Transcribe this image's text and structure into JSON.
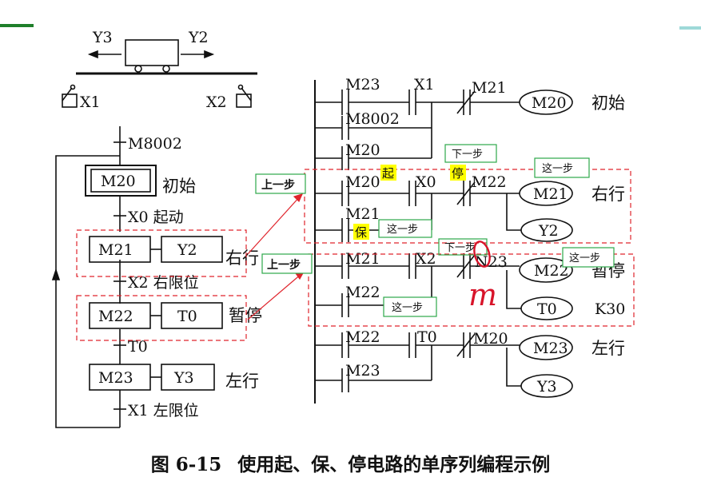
{
  "caption": {
    "figure_no": "图 6-15",
    "text": "使用起、保、停电路的单序列编程示例"
  },
  "colors": {
    "top_rule_left": "#1f7f2a",
    "top_rule_right": "#9ed9d8",
    "highlight": "#ffff00",
    "annotation_green": "#2da84a",
    "dash_red": "#e0242c",
    "ink": "#111111"
  },
  "cart": {
    "left_label": "Y3",
    "right_label": "Y2",
    "sw_left": "X1",
    "sw_right": "X2"
  },
  "sfc": {
    "init_cond": "M8002",
    "steps": [
      {
        "name": "M20",
        "action": "",
        "label": "初始"
      },
      {
        "name": "M21",
        "action": "Y2",
        "label": "右行"
      },
      {
        "name": "M22",
        "action": "T0",
        "label": "暂停"
      },
      {
        "name": "M23",
        "action": "Y3",
        "label": "左行"
      }
    ],
    "transitions": [
      "X0 起动",
      "X2 右限位",
      "T0",
      "X1 左限位"
    ]
  },
  "ladder": {
    "rows": [
      {
        "contacts": [
          "M23",
          "X1",
          "M21"
        ],
        "coil": "M20",
        "label": "初始"
      },
      {
        "contacts": [
          "M8002"
        ]
      },
      {
        "contacts": [
          "M20"
        ]
      },
      {
        "contacts": [
          "M20",
          "X0",
          "M22"
        ],
        "coil": "M21",
        "label": "右行"
      },
      {
        "contacts": [
          "M21"
        ],
        "coil": "Y2"
      },
      {
        "contacts": [
          "M21",
          "X2",
          "N23"
        ],
        "coil": "M22",
        "label": "暂停"
      },
      {
        "contacts": [
          "M22"
        ],
        "coil": "T0",
        "label": "K30"
      },
      {
        "contacts": [
          "M22",
          "T0",
          "M20"
        ],
        "coil": "M23",
        "label": "左行"
      },
      {
        "contacts": [
          "M23"
        ],
        "coil": "Y3"
      }
    ]
  },
  "annotations": {
    "prev_step": "上一步",
    "next_step": "下一步",
    "this_step": "这一步",
    "start": "起",
    "hold": "保",
    "stop": "停",
    "handwritten": "m"
  }
}
